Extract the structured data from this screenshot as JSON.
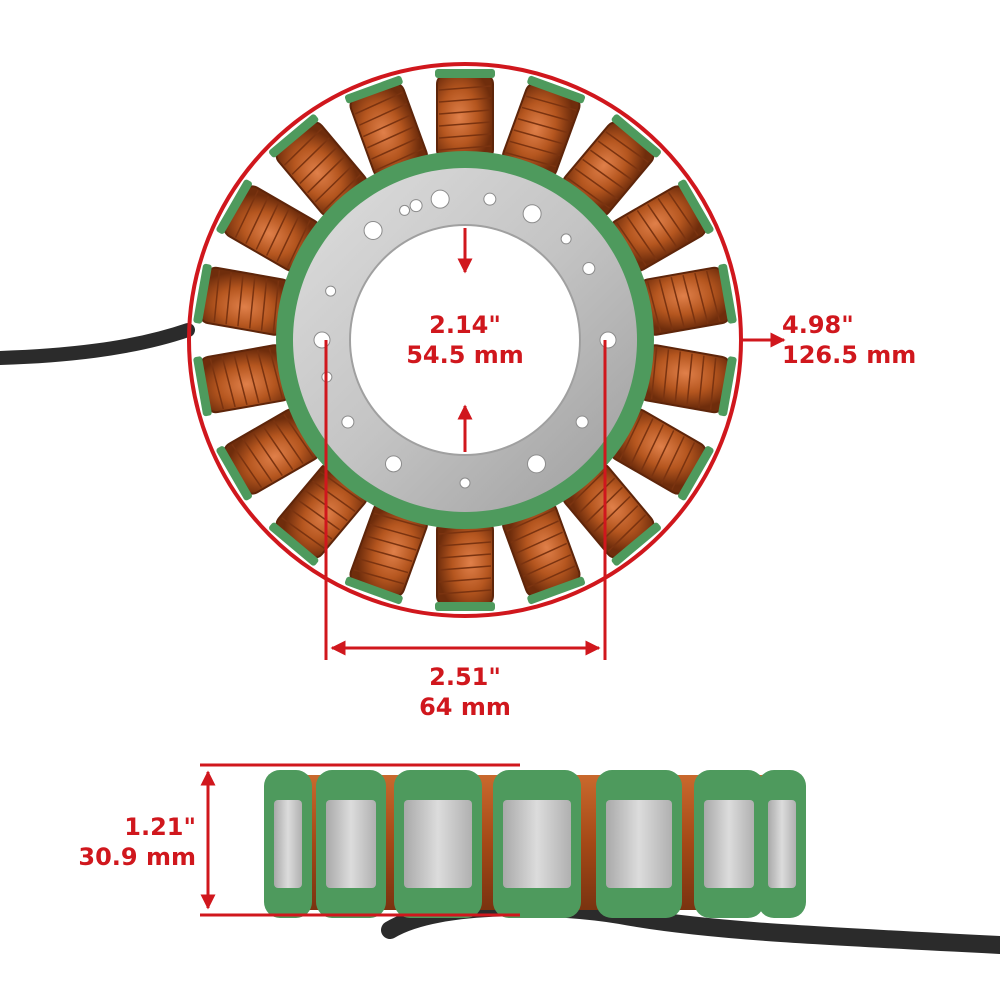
{
  "image": {
    "subject": "motorcycle-stator",
    "colors": {
      "dimension_red": "#d0171d",
      "copper": "#b5561f",
      "copper_dark": "#7a3310",
      "insulation_green": "#4e9a5d",
      "steel": "#c9c9c9",
      "cable": "#2b2b2b"
    }
  },
  "dimensions": {
    "bore": {
      "inch": "2.14\"",
      "metric": "54.5 mm"
    },
    "outer": {
      "inch": "4.98\"",
      "metric": "126.5 mm"
    },
    "bolt_spacing": {
      "inch": "2.51\"",
      "metric": "64 mm"
    },
    "height": {
      "inch": "1.21\"",
      "metric": "30.9 mm"
    }
  }
}
